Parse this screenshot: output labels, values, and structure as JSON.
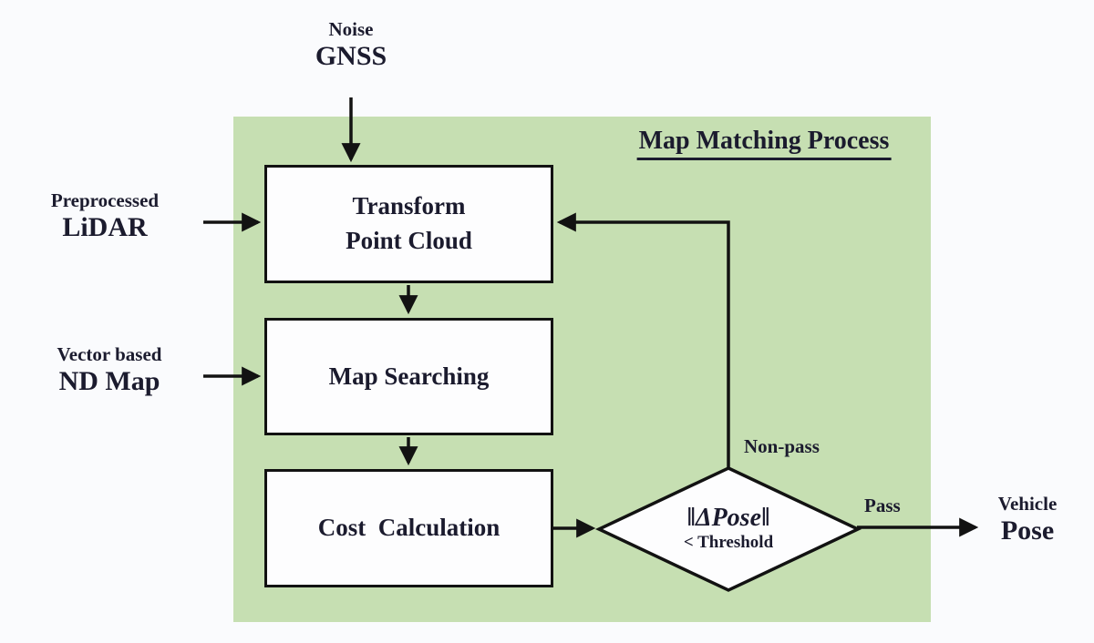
{
  "colors": {
    "canvas_bg": "#fafbfd",
    "panel_green": "#c6dfb2",
    "box_fill": "#fdfdfe",
    "line_black": "#121212",
    "text_dark": "#1b1b2e"
  },
  "panel": {
    "title": "Map Matching Process"
  },
  "external_labels": {
    "gnss": {
      "top": "Noise",
      "bottom": "GNSS"
    },
    "lidar": {
      "top": "Preprocessed",
      "bottom": "LiDAR"
    },
    "nd_map": {
      "top": "Vector based",
      "bottom": "ND Map"
    },
    "vehicle_pose": {
      "top": "Vehicle",
      "bottom": "Pose"
    }
  },
  "process_boxes": {
    "transform": {
      "line1": "Transform",
      "line2": "Point Cloud"
    },
    "map_searching": {
      "label": "Map Searching"
    },
    "cost_calculation": {
      "label": "Cost  Calculation"
    }
  },
  "decision": {
    "expression": "‖ΔPose‖",
    "condition": "< Threshold"
  },
  "branch_labels": {
    "non_pass": "Non-pass",
    "pass": "Pass"
  }
}
